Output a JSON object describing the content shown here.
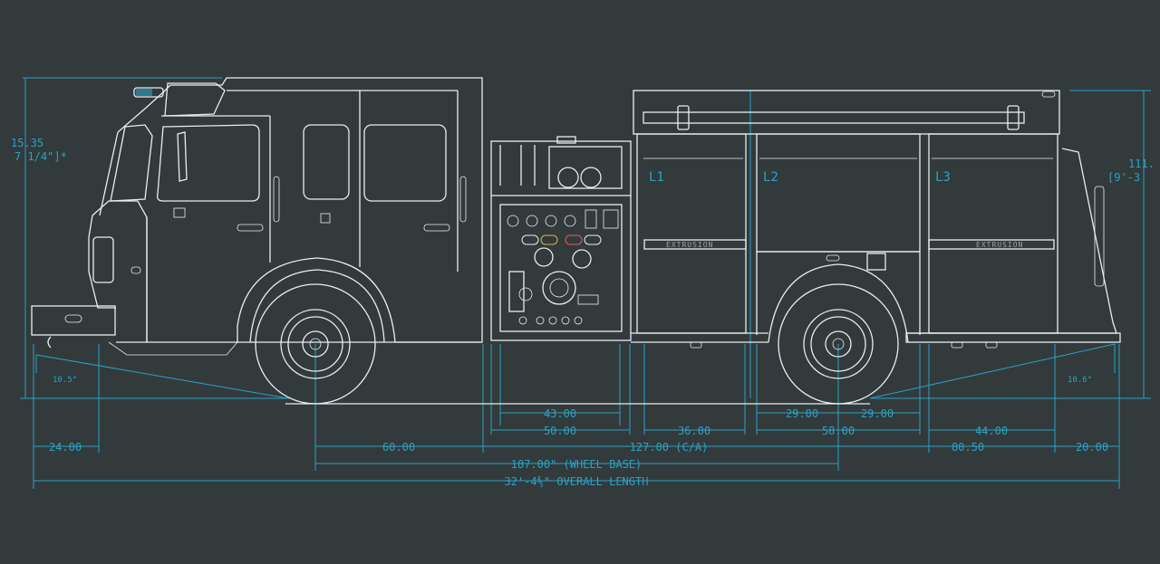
{
  "heights": {
    "left_value": "15.35",
    "left_fraction": "7 1/4\"]*",
    "right_value": "111.",
    "right_fraction": "[9'-3"
  },
  "clearance": {
    "front": "10.5°",
    "rear": "10.6°"
  },
  "compartments": [
    "L1",
    "L2",
    "L3"
  ],
  "extrusion_label": "EXTRUSION",
  "dimensions": {
    "pump_panel": "43.00",
    "pump_module": "50.00",
    "comp_l1": "36.00",
    "axle_left": "29.00",
    "axle_right": "29.00",
    "comp_l2": "58.00",
    "comp_l3": "44.00",
    "front_overhang": "24.00",
    "front_to_ca": "60.00",
    "cab_to_axle": "127.00 (C/A)",
    "rear_body": "80.50",
    "rear_overhang": "20.00",
    "wheel_base": "187.00\" (WHEEL BASE)",
    "overall_length": "32'-4⅘\" OVERALL LENGTH"
  },
  "colors": {
    "background": "#323a3c",
    "linework": "#e9eef0",
    "dimension": "#2aa3c4"
  }
}
